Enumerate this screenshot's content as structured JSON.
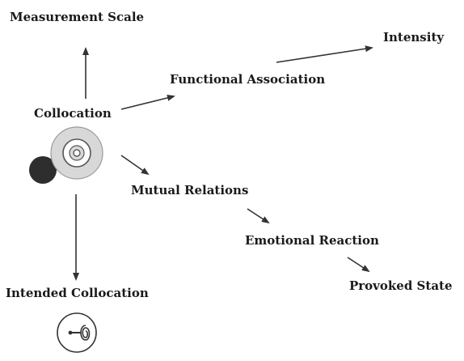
{
  "diagram": {
    "nodes": {
      "measurement_scale": "Measurement Scale",
      "intensity": "Intensity",
      "functional_association": "Functional Association",
      "collocation": "Collocation",
      "mutual_relations": "Mutual Relations",
      "emotional_reaction": "Emotional Reaction",
      "provoked_state": "Provoked State",
      "intended_collocation": "Intended Collocation"
    },
    "edges": [
      {
        "from": "collocation",
        "to": "measurement_scale"
      },
      {
        "from": "collocation",
        "to": "functional_association"
      },
      {
        "from": "functional_association",
        "to": "intensity"
      },
      {
        "from": "collocation",
        "to": "mutual_relations"
      },
      {
        "from": "mutual_relations",
        "to": "emotional_reaction"
      },
      {
        "from": "emotional_reaction",
        "to": "provoked_state"
      },
      {
        "from": "collocation",
        "to": "intended_collocation"
      }
    ],
    "colors": {
      "ink": "#1a1a1a",
      "arrow": "#333333",
      "dark_disc": "#2e2e2e",
      "ring_light": "#d8d8d8",
      "ring_white": "#ffffff"
    }
  }
}
